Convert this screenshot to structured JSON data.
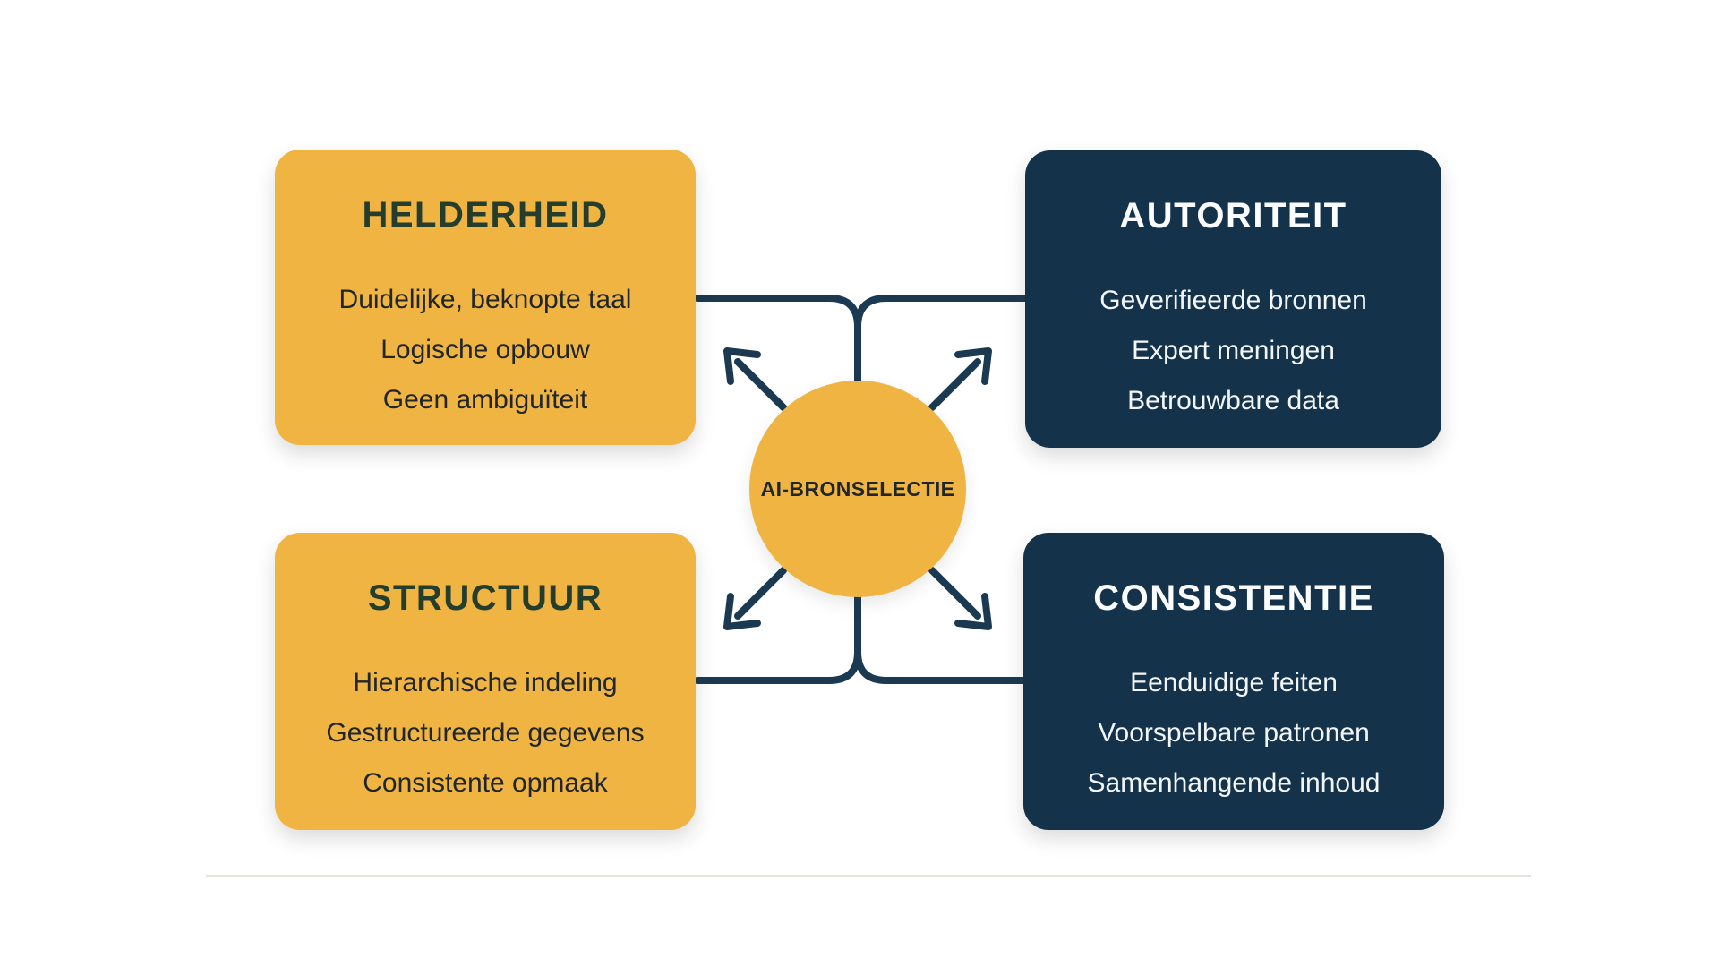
{
  "colors": {
    "accent_yellow": "#efb442",
    "accent_navy": "#14334a",
    "connector_line": "#1b3a52",
    "title_green_on_yellow": "#243d2d",
    "body_text_dark": "#20262c",
    "text_white": "#f3f6f8",
    "background": "#ffffff",
    "divider_gray": "#e6e2de"
  },
  "center": {
    "label": "AI-BRONSELECTIE"
  },
  "boxes": {
    "top_left": {
      "title": "HELDERHEID",
      "items": [
        "Duidelijke, beknopte taal",
        "Logische opbouw",
        "Geen ambiguïteit"
      ]
    },
    "top_right": {
      "title": "AUTORITEIT",
      "items": [
        "Geverifieerde bronnen",
        "Expert meningen",
        "Betrouwbare data"
      ]
    },
    "bottom_left": {
      "title": "STRUCTUUR",
      "items": [
        "Hierarchische indeling",
        "Gestructureerde gegevens",
        "Consistente opmaak"
      ]
    },
    "bottom_right": {
      "title": "CONSISTENTIE",
      "items": [
        "Eenduidige feiten",
        "Voorspelbare patronen",
        "Samenhangende inhoud"
      ]
    }
  }
}
